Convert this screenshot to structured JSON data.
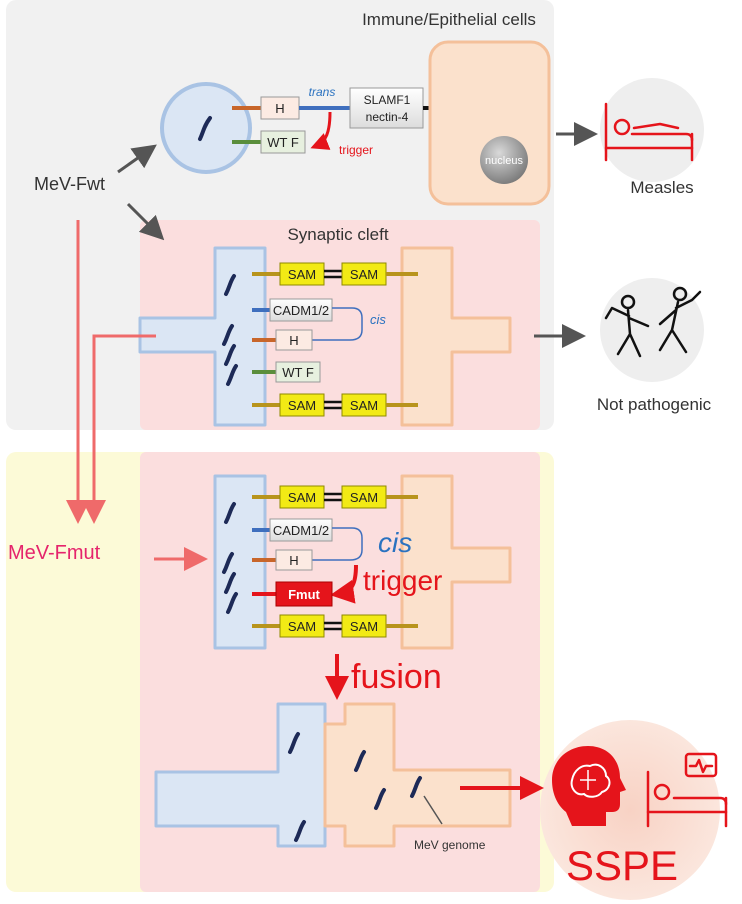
{
  "titles": {
    "immune": "Immune/Epithelial cells",
    "synaptic": "Synaptic cleft"
  },
  "virus": {
    "fwt": "MeV-Fwt",
    "fmut": "MeV-Fmut"
  },
  "proteins": {
    "h": "H",
    "wtf": "WT F",
    "slamf1": "SLAMF1",
    "nectin4": "nectin-4",
    "sam": "SAM",
    "cadm": "CADM1/2",
    "fmut": "Fmut",
    "nucleus": "nucleus"
  },
  "labels": {
    "trans": "trans",
    "trigger_small": "trigger",
    "cis_small": "cis",
    "cis_large": "cis",
    "trigger_large": "trigger",
    "fusion": "fusion",
    "genome": "MeV genome"
  },
  "outcomes": {
    "measles": "Measles",
    "not_pathogenic": "Not pathogenic",
    "sspe": "SSPE"
  },
  "colors": {
    "panel_gray": "#f1f1f1",
    "panel_pink": "#fbdede",
    "panel_yellow": "#fcfad7",
    "cell_blue_fill": "#dbe6f4",
    "cell_blue_stroke": "#a9c3e4",
    "cell_orange_fill": "#fbe1cc",
    "cell_orange_stroke": "#f4c09a",
    "sam_yellow": "#f2ea15",
    "red": "#e5141b",
    "pink_line": "#ef6a6a",
    "magenta": "#e5246c",
    "blue_text": "#2a72c0",
    "genome_navy": "#1d2a57"
  }
}
